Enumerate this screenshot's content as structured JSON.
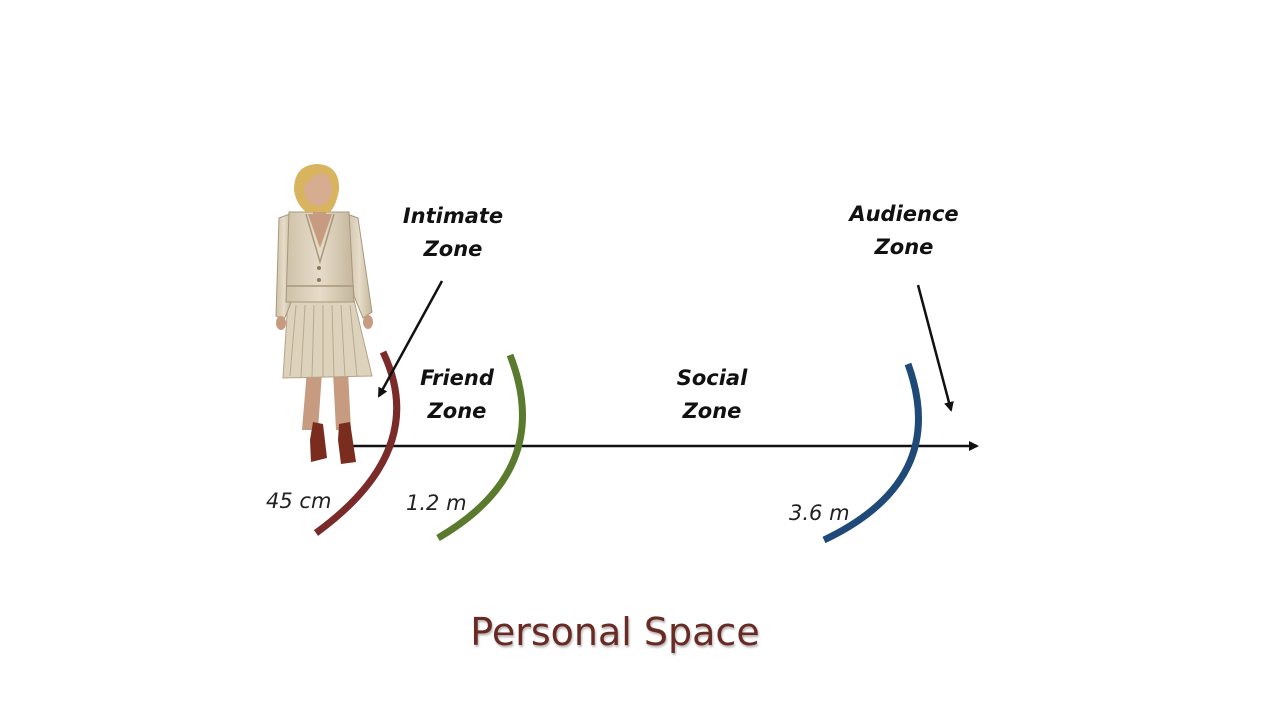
{
  "title": "Personal Space",
  "zones": {
    "intimate": [
      "Intimate",
      "Zone"
    ],
    "friend": [
      "Friend",
      "Zone"
    ],
    "social": [
      "Social",
      "Zone"
    ],
    "audience": [
      "Audience",
      "Zone"
    ]
  },
  "distances": {
    "intimate": "45 cm",
    "friend": "1.2 m",
    "social": "3.6 m"
  },
  "colors": {
    "intimate_arc": "#7b2a2a",
    "friend_arc": "#5a7a2e",
    "social_arc": "#1f4a78",
    "title": "#6a2a24"
  },
  "figure": "woman-standing-figure"
}
